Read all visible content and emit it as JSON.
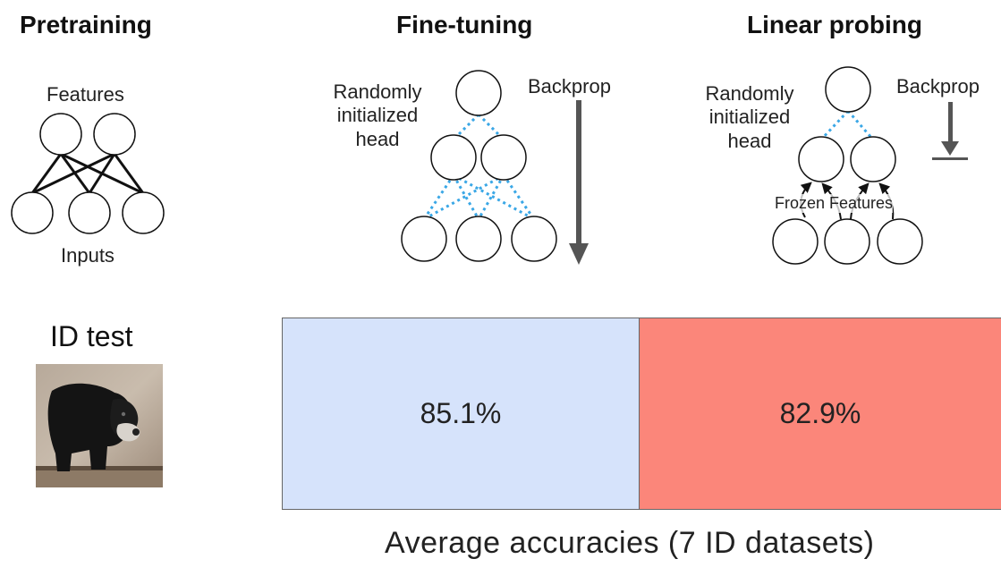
{
  "pretraining": {
    "title": "Pretraining",
    "features_label": "Features",
    "inputs_label": "Inputs"
  },
  "finetuning": {
    "title": "Fine-tuning",
    "head_label": [
      "Randomly",
      "initialized",
      "head"
    ],
    "backprop_label": "Backprop"
  },
  "linear_probing": {
    "title": "Linear probing",
    "head_label": [
      "Randomly",
      "initialized",
      "head"
    ],
    "backprop_label": "Backprop",
    "frozen_label": "Frozen Features"
  },
  "id_test": {
    "title": "ID test",
    "image": "bear-photo"
  },
  "accuracy_bar": {
    "caption": "Average accuracies (7 ID datasets)",
    "segments": [
      {
        "value": "85.1%",
        "color": "#d6e3fb"
      },
      {
        "value": "82.9%",
        "color": "#fb867a"
      }
    ]
  },
  "colors": {
    "line": "#111111",
    "dotted": "#3aa7e6",
    "arrow": "#555555"
  }
}
